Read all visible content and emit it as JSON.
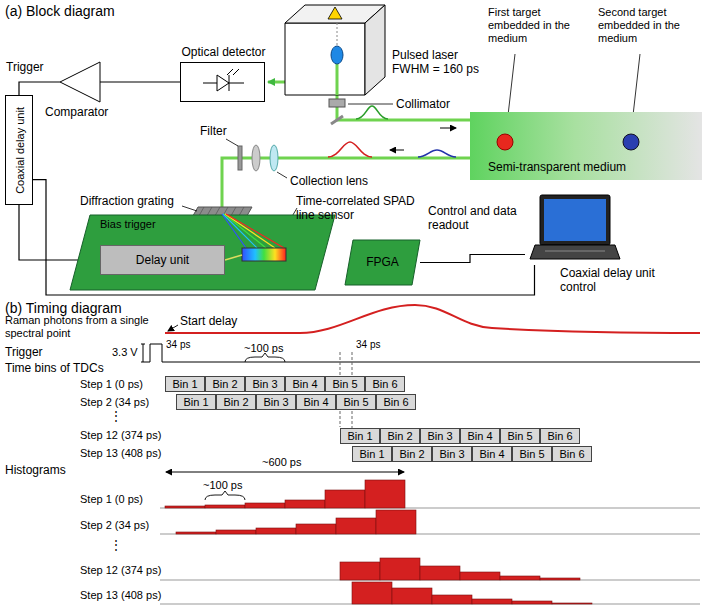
{
  "diagram": {
    "nodes": [
      {
        "text": [
          "Pulsed laser FWHM = 160 ps"
        ]
      },
      {
        "text": [
          "Optical detector"
        ]
      },
      {
        "text": [
          "Comparator"
        ]
      },
      {
        "text": [
          "Coaxial delay unit"
        ]
      },
      {
        "text": [
          "Bias trigger"
        ]
      },
      {
        "text": [
          "Delay unit"
        ],
        "in": 4
      },
      {
        "text": [
          "FPGA"
        ]
      },
      {
        "text": [
          "Coaxial delay unit control"
        ]
      },
      {
        "text": [
          "Semi-transparent medium"
        ]
      },
      {
        "text": [
          "Bin 1"
        ]
      },
      {
        "text": [
          "Bin 2"
        ]
      },
      {
        "text": [
          "Bin 3"
        ]
      },
      {
        "text": [
          "Bin 4"
        ]
      },
      {
        "text": [
          "Bin 5"
        ]
      },
      {
        "text": [
          "Bin 6"
        ]
      },
      {
        "text": [
          "Bin 1"
        ]
      },
      {
        "text": [
          "Bin 2"
        ]
      },
      {
        "text": [
          "Bin 3"
        ]
      },
      {
        "text": [
          "Bin 4"
        ]
      },
      {
        "text": [
          "Bin 5"
        ]
      },
      {
        "text": [
          "Bin 6"
        ]
      },
      {
        "text": [
          "Bin 1"
        ]
      },
      {
        "text": [
          "Bin 2"
        ]
      },
      {
        "text": [
          "Bin 3"
        ]
      },
      {
        "text": [
          "Bin 4"
        ]
      },
      {
        "text": [
          "Bin 5"
        ]
      },
      {
        "text": [
          "Bin 6"
        ]
      },
      {
        "text": [
          "Bin 1"
        ]
      },
      {
        "text": [
          "Bin 2"
        ]
      },
      {
        "text": [
          "Bin 3"
        ]
      },
      {
        "text": [
          "Bin 4"
        ]
      },
      {
        "text": [
          "Bin 5"
        ]
      },
      {
        "text": [
          "Bin 6"
        ]
      }
    ],
    "edges": [
      {
        "from": 1,
        "to": 2,
        "arrow": "none"
      },
      {
        "from": 2,
        "to": 3,
        "arrow": "none"
      },
      {
        "from": 3,
        "to": 5,
        "arrow": "none"
      },
      {
        "from": 6,
        "to": 7,
        "label": "Control and data readout",
        "arrow": "none"
      },
      {
        "from": 7,
        "to": 3,
        "arrow": "none"
      }
    ],
    "labels": [
      "(a) Block diagram",
      "Trigger",
      "Collimator",
      "Filter",
      "Collection lens",
      "Diffraction grating",
      "First target embedded in the medium",
      "Second target embedded in the medium",
      "Time-correlated SPAD line sensor",
      "(b) Timing diagram",
      "Raman photons from a single spectral point",
      "Start delay",
      "Trigger",
      "3.3 V",
      "34 ps",
      "~100 ps",
      "34 ps",
      "Time bins of TDCs",
      "Step 1 (0 ps)",
      "Step 2 (34 ps)",
      "⋮",
      "Step 12 (374 ps)",
      "Step 13 (408 ps)",
      "Histograms",
      "~600 ps",
      "~100 ps",
      "Step 1 (0 ps)",
      "Step 2 (34 ps)",
      "⋮",
      "Step 12 (374 ps)",
      "Step 13 (408 ps)"
    ]
  }
}
